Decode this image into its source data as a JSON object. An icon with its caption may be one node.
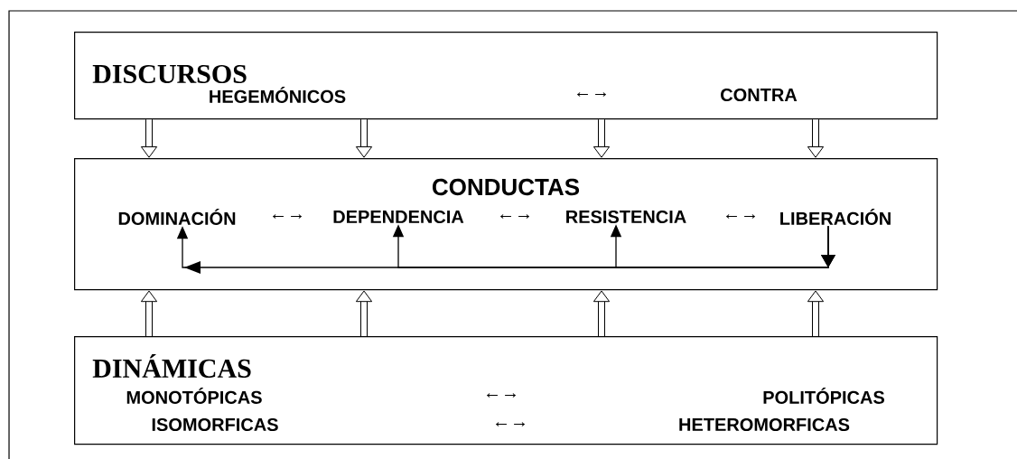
{
  "diagram": {
    "nodes": [
      {
        "text": [
          "DISCURSOS",
          "HEGEMÓNICOS",
          "←→",
          "CONTRA"
        ]
      },
      {
        "text": [
          "CONDUCTAS"
        ]
      },
      {
        "text": [
          "DOMINACIÓN"
        ],
        "in": 1
      },
      {
        "text": [
          "DEPENDENCIA"
        ],
        "in": 1
      },
      {
        "text": [
          "RESISTENCIA"
        ],
        "in": 1
      },
      {
        "text": [
          "LIBERACIÓN"
        ],
        "in": 1
      },
      {
        "text": [
          "DINÁMICAS",
          "MONOTÓPICAS",
          "←→",
          "POLITÓPICAS",
          "ISOMORFICAS",
          "←→",
          "HETEROMORFICAS"
        ]
      }
    ],
    "edges": [
      {
        "from": 0,
        "to": 1,
        "arrow": "to"
      },
      {
        "from": 0,
        "to": 1,
        "arrow": "to"
      },
      {
        "from": 0,
        "to": 1,
        "arrow": "to"
      },
      {
        "from": 0,
        "to": 1,
        "arrow": "to"
      },
      {
        "from": 6,
        "to": 1,
        "arrow": "to"
      },
      {
        "from": 6,
        "to": 1,
        "arrow": "to"
      },
      {
        "from": 6,
        "to": 1,
        "arrow": "to"
      },
      {
        "from": 6,
        "to": 1,
        "arrow": "to"
      },
      {
        "from": 5,
        "to": 2,
        "arrow": "to"
      },
      {
        "from": 5,
        "to": 3,
        "arrow": "to"
      },
      {
        "from": 5,
        "to": 4,
        "arrow": "to"
      }
    ],
    "labels": [
      "←→",
      "←→",
      "←→"
    ]
  }
}
